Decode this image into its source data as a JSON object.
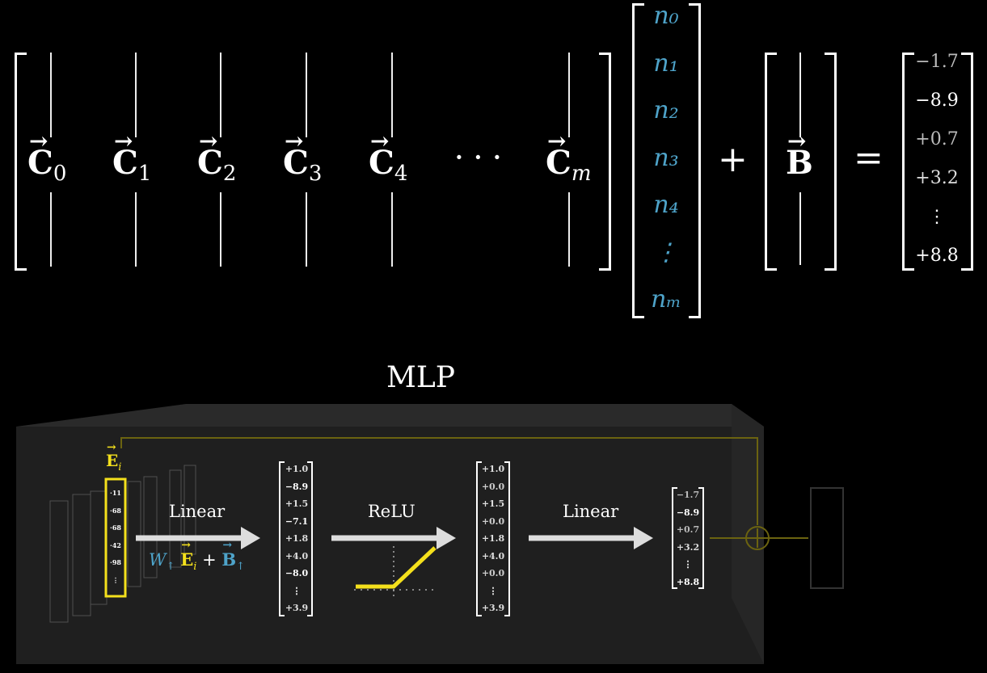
{
  "equation": {
    "columns": [
      {
        "name": "C",
        "sub": "0"
      },
      {
        "name": "C",
        "sub": "1"
      },
      {
        "name": "C",
        "sub": "2"
      },
      {
        "name": "C",
        "sub": "3"
      },
      {
        "name": "C",
        "sub": "4"
      },
      {
        "name": "C",
        "sub": "m"
      }
    ],
    "ellipsis": "· · ·",
    "n_vector": [
      "n₀",
      "n₁",
      "n₂",
      "n₃",
      "n₄",
      "⋮",
      "nₘ"
    ],
    "plus": "+",
    "bias": {
      "name": "B"
    },
    "equals": "=",
    "output": [
      "−1.7",
      "−8.9",
      "+0.7",
      "+3.2",
      "⋮",
      "+8.8"
    ]
  },
  "mlp": {
    "title": "MLP",
    "input_label": "E",
    "input_sub": "i",
    "step1_label": "Linear",
    "step1_formula": {
      "w": "W",
      "w_sub": "↑",
      "e": "E",
      "e_sub": "i",
      "plus": "+",
      "b": "B",
      "b_sub": "↑"
    },
    "hidden_pre": [
      "+1.0",
      "−8.9",
      "+1.5",
      "−7.1",
      "+1.8",
      "+4.0",
      "−8.0",
      "⋮",
      "+3.9"
    ],
    "step2_label": "ReLU",
    "hidden_post": [
      "+1.0",
      "+0.0",
      "+1.5",
      "+0.0",
      "+1.8",
      "+4.0",
      "+0.0",
      "⋮",
      "+3.9"
    ],
    "step3_label": "Linear",
    "output": [
      "−1.7",
      "−8.9",
      "+0.7",
      "+3.2",
      "⋮",
      "+8.8"
    ],
    "colors": {
      "accent": "#f4e01c",
      "blue": "#4ea3c9",
      "box": "#222222"
    }
  }
}
